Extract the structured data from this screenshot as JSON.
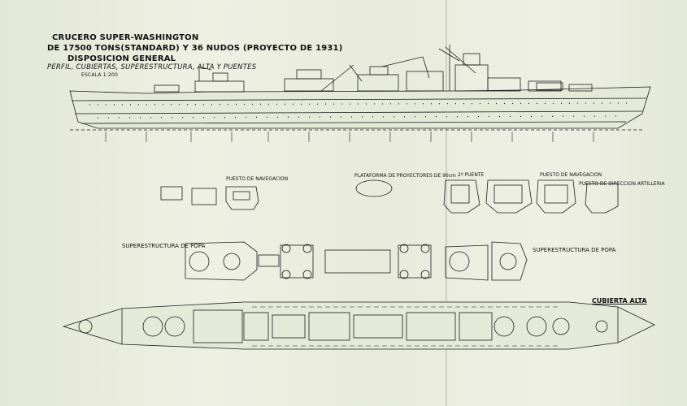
{
  "title": {
    "line1": "CRUCERO SUPER-WASHINGTON",
    "line2": "DE 17500 TONS(STANDARD) Y 36 NUDOS (PROYECTO DE 1931)",
    "line3": "DISPOSICION GENERAL",
    "line4": "PERFIL, CUBIERTAS, SUPERESTRUCTURA, ALTA Y PUENTES",
    "scale": "ESCALA 1:200"
  },
  "labels": {
    "superestructura_popa_left": "SUPERESTRUCTURA DE POPA",
    "superestructura_popa_right": "SUPERESTRUCTURA DE POPA",
    "cubierta_alta": "CUBIERTA ALTA",
    "puesto_navegacion": "PUESTO DE NAVEGACION",
    "plataforma_proyectores": "PLATAFORMA DE PROYECTORES DE 90cm",
    "segundo_puente": "2º PUENTE",
    "puesto_navegacion_2": "PUESTO DE NAVEGACION",
    "puesto_direccion_artilleria": "PUESTO DE DIRECCION ARTILLERIA"
  },
  "colors": {
    "paper": "#e9ecdd",
    "ink": "#1c1c1c"
  }
}
